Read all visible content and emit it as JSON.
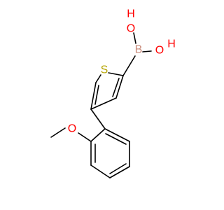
{
  "molecule": {
    "atoms": {
      "S": {
        "symbol": "S",
        "color": "#b5a400"
      },
      "B": {
        "symbol": "B",
        "color": "#c98a7a"
      },
      "O1": {
        "symbol": "O",
        "color": "#ff0000"
      },
      "H1": {
        "symbol": "H",
        "color": "#ff0000"
      },
      "O2": {
        "symbol": "O",
        "color": "#ff0000"
      },
      "H2": {
        "symbol": "H",
        "color": "#ff0000"
      },
      "O3": {
        "symbol": "O",
        "color": "#ff0000"
      }
    },
    "bond_color": "#000000"
  }
}
